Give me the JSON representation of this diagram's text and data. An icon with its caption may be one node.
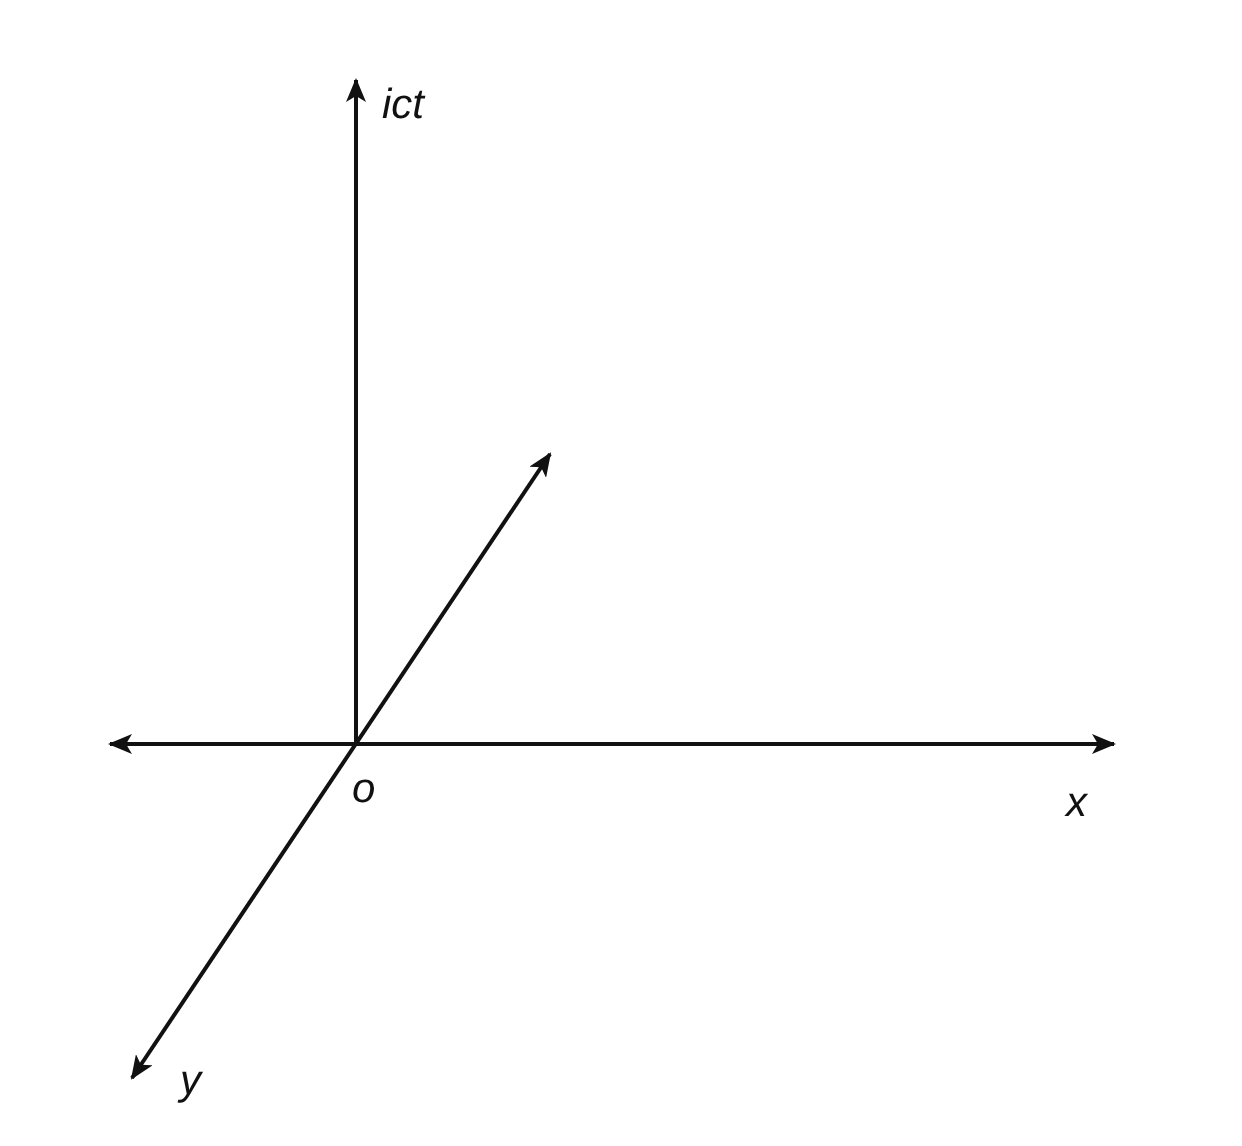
{
  "diagram": {
    "labels": [
      "ict",
      "o",
      "x",
      "y"
    ]
  }
}
